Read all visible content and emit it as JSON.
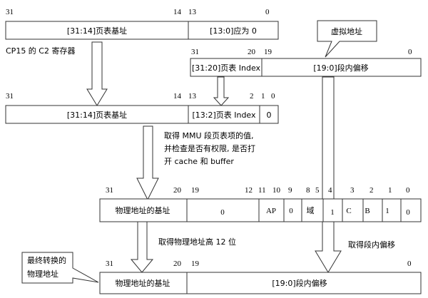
{
  "registers": {
    "c2": {
      "caption": "CP15 的 C2 寄存器",
      "bits": [
        "31",
        "14",
        "13",
        "0"
      ],
      "fields": [
        "[31:14]页表基址",
        "[13:0]应为 0"
      ]
    },
    "virtual": {
      "callout": "虚拟地址",
      "bits": [
        "31",
        "20",
        "19",
        "0"
      ],
      "fields": [
        "[31:20]页表 Index",
        "[19:0]段内偏移"
      ]
    },
    "descriptor_addr": {
      "bits": [
        "31",
        "14",
        "13",
        "2",
        "1",
        "0"
      ],
      "fields": [
        "[31:14]页表基址",
        "[13:2]页表 Index",
        "0"
      ]
    },
    "section_desc": {
      "bits": [
        "31",
        "20",
        "19",
        "12",
        "11",
        "10",
        "9",
        "8",
        "5",
        "4",
        "3",
        "2",
        "1",
        "0"
      ],
      "fields": [
        "物理地址的基址",
        "0",
        "AP",
        "0",
        "域",
        "1",
        "C",
        "B",
        "1",
        "0"
      ]
    },
    "physical": {
      "callout_line1": "最终转换的",
      "callout_line2": "物理地址",
      "bits": [
        "31",
        "20",
        "19",
        "0"
      ],
      "fields": [
        "物理地址的基址",
        "[19:0]段内偏移"
      ]
    }
  },
  "annotations": {
    "mmu_line1": "取得 MMU 段页表项的值,",
    "mmu_line2": "并检查是否有权限, 是否打",
    "mmu_line3": "开 cache 和 buffer",
    "high12": "取得物理地址高 12 位",
    "offset": "取得段内偏移"
  }
}
